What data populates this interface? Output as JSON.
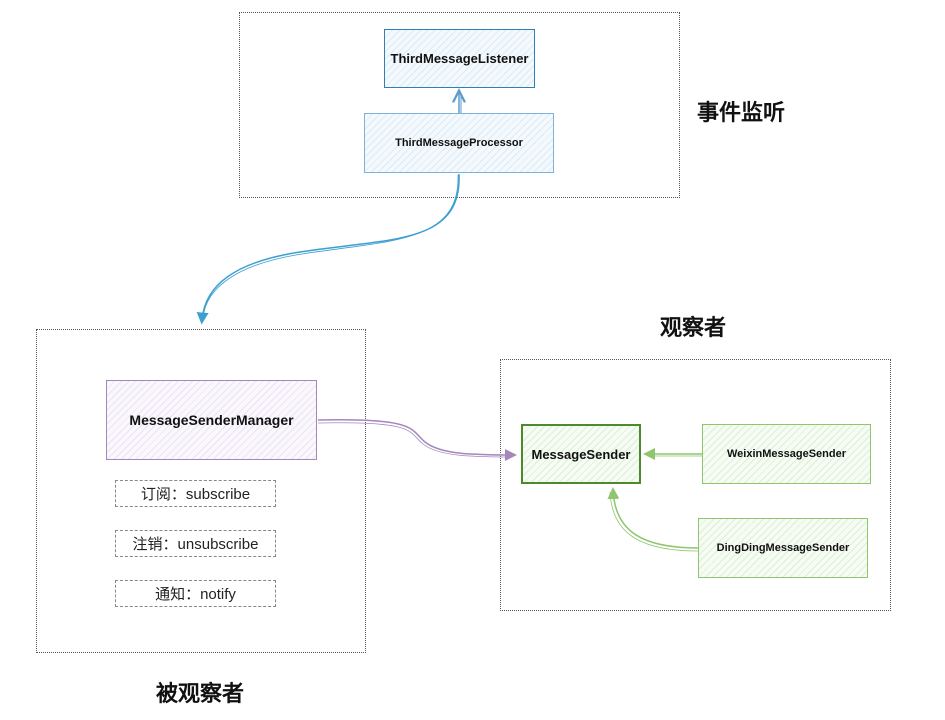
{
  "groups": {
    "listener_title": "事件监听",
    "observer_title": "观察者",
    "subject_title": "被观察者"
  },
  "nodes": {
    "third_listener": "ThirdMessageListener",
    "third_processor": "ThirdMessageProcessor",
    "sender_manager": "MessageSenderManager",
    "message_sender": "MessageSender",
    "weixin_sender": "WeixinMessageSender",
    "dingding_sender": "DingDingMessageSender"
  },
  "operations": [
    {
      "label": "订阅：subscribe"
    },
    {
      "label": "注销：unsubscribe"
    },
    {
      "label": "通知：notify"
    }
  ],
  "colors": {
    "blue_stroke": "#5b9ccc",
    "blue_connector": "#3c9fd0",
    "purple_stroke": "#a487bd",
    "green_stroke": "#5f9f3a",
    "green_light_stroke": "#8ec56d"
  }
}
